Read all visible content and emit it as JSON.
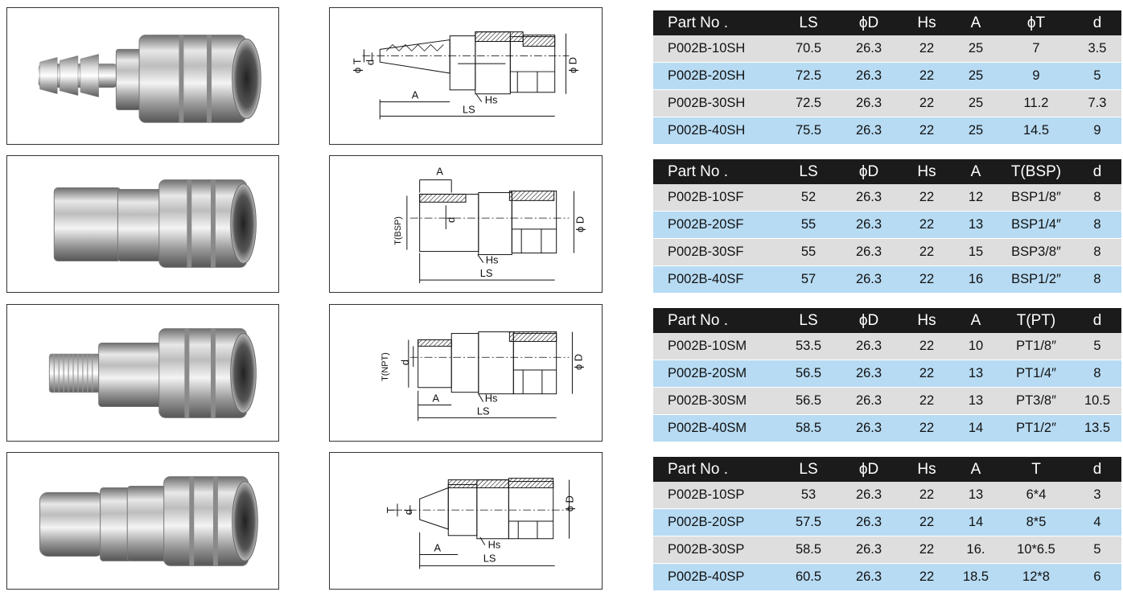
{
  "headers_common": {
    "part_no": "Part No .",
    "ls": "LS",
    "phi_d": "ϕD",
    "hs": "Hs",
    "a": "A",
    "d": "d"
  },
  "drawing_labels": {
    "ls": "LS",
    "hs": "Hs",
    "a": "A",
    "phi_d": "ϕ D",
    "d": "d"
  },
  "tables": [
    {
      "t_header": "ϕT",
      "t_dim_label": "ϕ T",
      "rows": [
        {
          "part": "P002B-10SH",
          "ls": "70.5",
          "phi_d": "26.3",
          "hs": "22",
          "a": "25",
          "t": "7",
          "d": "3.5"
        },
        {
          "part": "P002B-20SH",
          "ls": "72.5",
          "phi_d": "26.3",
          "hs": "22",
          "a": "25",
          "t": "9",
          "d": "5"
        },
        {
          "part": "P002B-30SH",
          "ls": "72.5",
          "phi_d": "26.3",
          "hs": "22",
          "a": "25",
          "t": "11.2",
          "d": "7.3"
        },
        {
          "part": "P002B-40SH",
          "ls": "75.5",
          "phi_d": "26.3",
          "hs": "22",
          "a": "25",
          "t": "14.5",
          "d": "9"
        }
      ]
    },
    {
      "t_header": "T(BSP)",
      "t_dim_label": "T(BSP)",
      "rows": [
        {
          "part": "P002B-10SF",
          "ls": "52",
          "phi_d": "26.3",
          "hs": "22",
          "a": "12",
          "t": "BSP1/8″",
          "d": "8"
        },
        {
          "part": "P002B-20SF",
          "ls": "55",
          "phi_d": "26.3",
          "hs": "22",
          "a": "13",
          "t": "BSP1/4″",
          "d": "8"
        },
        {
          "part": "P002B-30SF",
          "ls": "55",
          "phi_d": "26.3",
          "hs": "22",
          "a": "15",
          "t": "BSP3/8″",
          "d": "8"
        },
        {
          "part": "P002B-40SF",
          "ls": "57",
          "phi_d": "26.3",
          "hs": "22",
          "a": "16",
          "t": "BSP1/2″",
          "d": "8"
        }
      ]
    },
    {
      "t_header": "T(PT)",
      "t_dim_label": "T(NPT)",
      "rows": [
        {
          "part": "P002B-10SM",
          "ls": "53.5",
          "phi_d": "26.3",
          "hs": "22",
          "a": "10",
          "t": "PT1/8″",
          "d": "5"
        },
        {
          "part": "P002B-20SM",
          "ls": "56.5",
          "phi_d": "26.3",
          "hs": "22",
          "a": "13",
          "t": "PT1/4″",
          "d": "8"
        },
        {
          "part": "P002B-30SM",
          "ls": "56.5",
          "phi_d": "26.3",
          "hs": "22",
          "a": "13",
          "t": "PT3/8″",
          "d": "10.5"
        },
        {
          "part": "P002B-40SM",
          "ls": "58.5",
          "phi_d": "26.3",
          "hs": "22",
          "a": "14",
          "t": "PT1/2″",
          "d": "13.5"
        }
      ]
    },
    {
      "t_header": "T",
      "t_dim_label": "T",
      "rows": [
        {
          "part": "P002B-10SP",
          "ls": "53",
          "phi_d": "26.3",
          "hs": "22",
          "a": "13",
          "t": "6*4",
          "d": "3"
        },
        {
          "part": "P002B-20SP",
          "ls": "57.5",
          "phi_d": "26.3",
          "hs": "22",
          "a": "14",
          "t": "8*5",
          "d": "4"
        },
        {
          "part": "P002B-30SP",
          "ls": "58.5",
          "phi_d": "26.3",
          "hs": "22",
          "a": "16.",
          "t": "10*6.5",
          "d": "5"
        },
        {
          "part": "P002B-40SP",
          "ls": "60.5",
          "phi_d": "26.3",
          "hs": "22",
          "a": "18.5",
          "t": "12*8",
          "d": "6"
        }
      ]
    }
  ]
}
